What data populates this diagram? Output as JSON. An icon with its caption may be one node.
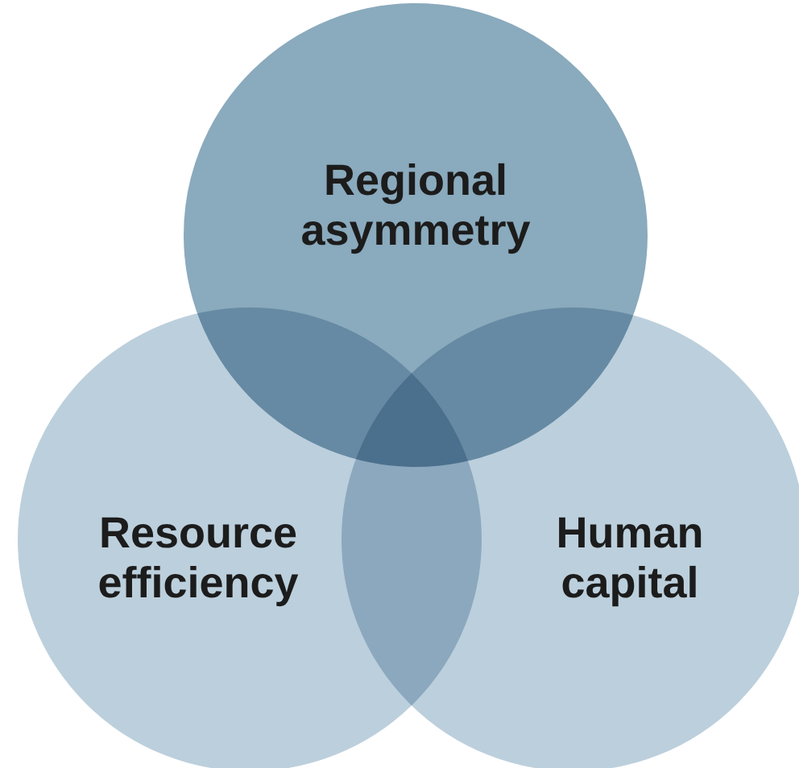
{
  "diagram": {
    "nodes": [
      {
        "text": [
          "Regional asymmetry"
        ]
      },
      {
        "text": [
          "Resource efficiency"
        ]
      },
      {
        "text": [
          "Human capital"
        ]
      }
    ],
    "edges": []
  }
}
